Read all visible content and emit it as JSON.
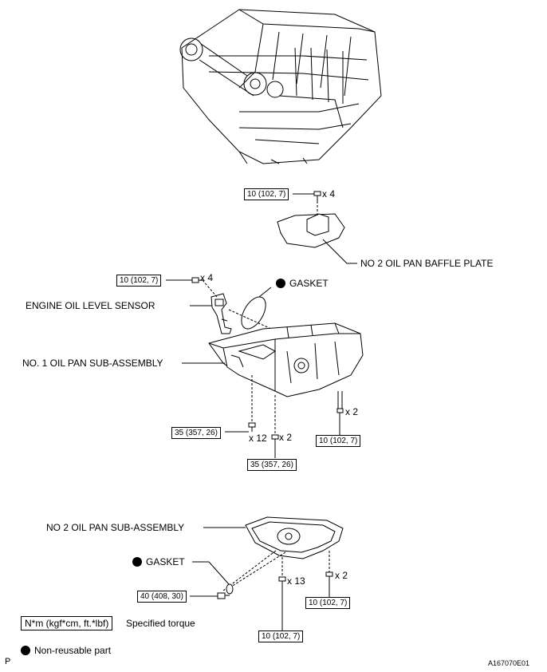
{
  "labels": {
    "baffle_plate": "NO  2 OIL PAN BAFFLE PLATE",
    "gasket_upper": "GASKET",
    "oil_level_sensor": "ENGINE OIL LEVEL SENSOR",
    "oil_pan_1": "NO. 1 OIL PAN SUB-ASSEMBLY",
    "oil_pan_2": "NO  2 OIL PAN SUB-ASSEMBLY",
    "gasket_lower": "GASKET"
  },
  "torque": {
    "baffle": "10 (102, 7)",
    "sensor": "10 (102, 7)",
    "pan1_left": "35 (357, 26)",
    "pan1_mid": "35 (357, 26)",
    "pan1_right": "10 (102, 7)",
    "plug": "40 (408, 30)",
    "pan2_mid": "10 (102, 7)",
    "pan2_right": "10 (102, 7)"
  },
  "quantities": {
    "baffle": "x 4",
    "sensor": "x 4",
    "pan1_left": "x 12",
    "pan1_mid": "x 2",
    "pan1_right": "x 2",
    "pan2_mid": "x 13",
    "pan2_right": "x 2"
  },
  "legend": {
    "torque_unit": "N*m (kgf*cm, ft.*lbf)",
    "torque_desc": "Specified torque",
    "non_reusable": "Non-reusable part"
  },
  "footer": {
    "page_letter": "P",
    "figure_id": "A167070E01"
  }
}
